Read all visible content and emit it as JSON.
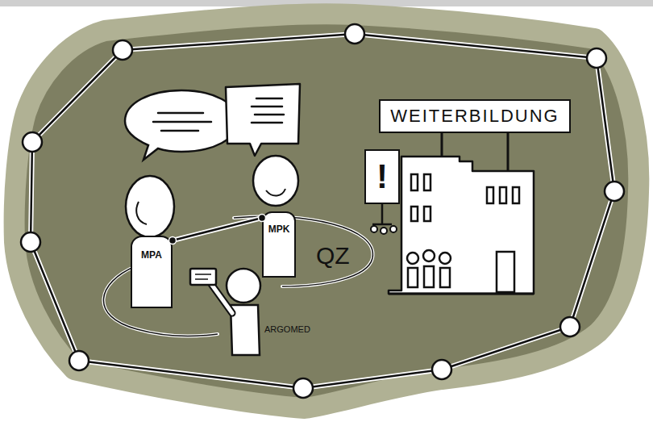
{
  "diagram": {
    "nodes": [
      {
        "text": [
          "MPA"
        ]
      },
      {
        "text": [
          "MPK"
        ]
      },
      {
        "text": [
          "WEITERBILDUNG"
        ]
      },
      {
        "text": [
          "!"
        ]
      }
    ],
    "edges": [
      {
        "from": 0,
        "to": 1,
        "arrow": "none"
      }
    ],
    "labels": [
      "QZ",
      "ARGOMED"
    ]
  }
}
